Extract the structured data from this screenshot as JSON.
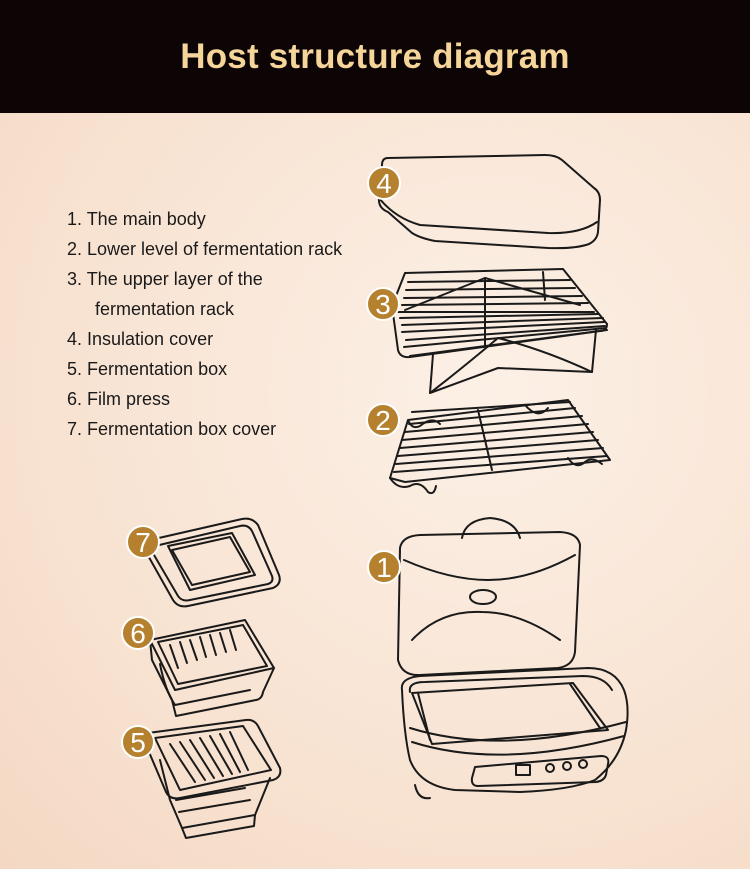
{
  "title": "Host structure diagram",
  "legend": [
    "1. The main body",
    "2. Lower level of fermentation rack",
    "3. The upper layer of the",
    "fermentation rack",
    "4. Insulation cover",
    "5. Fermentation box",
    "6. Film press",
    "7. Fermentation box cover"
  ],
  "badges": [
    "1",
    "2",
    "3",
    "4",
    "5",
    "6",
    "7"
  ],
  "colors": {
    "header_bg": "#0d0505",
    "title": "#f5d59a",
    "badge": "#b5812e",
    "line": "#1a1a1a",
    "background": "#f8e3d2"
  }
}
